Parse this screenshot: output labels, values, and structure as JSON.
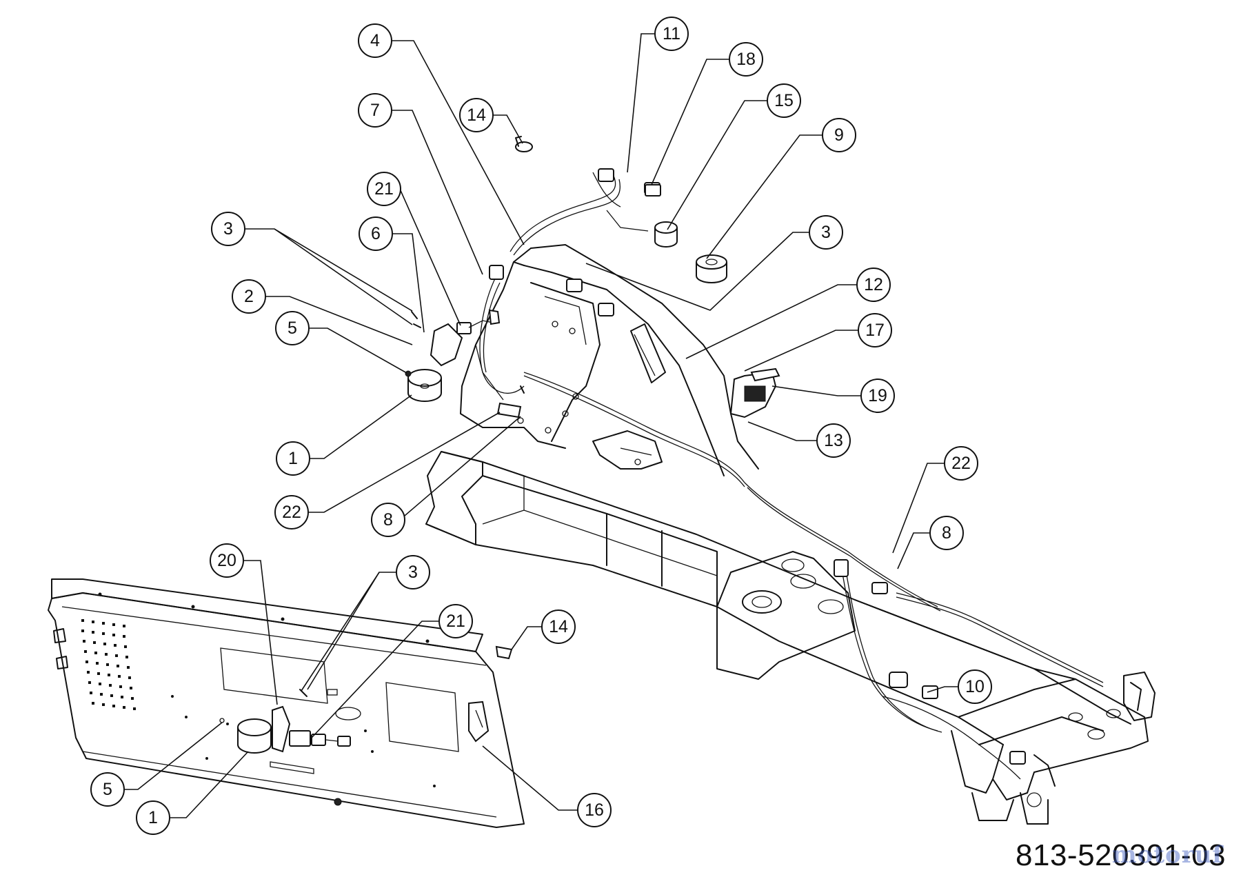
{
  "drawing_number": "813-520391-03",
  "watermark": "motoruf",
  "callouts": [
    {
      "label": "1"
    },
    {
      "label": "1"
    },
    {
      "label": "2"
    },
    {
      "label": "3"
    },
    {
      "label": "3"
    },
    {
      "label": "3"
    },
    {
      "label": "4"
    },
    {
      "label": "5"
    },
    {
      "label": "5"
    },
    {
      "label": "6"
    },
    {
      "label": "7"
    },
    {
      "label": "8"
    },
    {
      "label": "8"
    },
    {
      "label": "9"
    },
    {
      "label": "10"
    },
    {
      "label": "11"
    },
    {
      "label": "12"
    },
    {
      "label": "13"
    },
    {
      "label": "14"
    },
    {
      "label": "14"
    },
    {
      "label": "15"
    },
    {
      "label": "16"
    },
    {
      "label": "17"
    },
    {
      "label": "18"
    },
    {
      "label": "19"
    },
    {
      "label": "20"
    },
    {
      "label": "21"
    },
    {
      "label": "21"
    },
    {
      "label": "22"
    },
    {
      "label": "22"
    }
  ]
}
